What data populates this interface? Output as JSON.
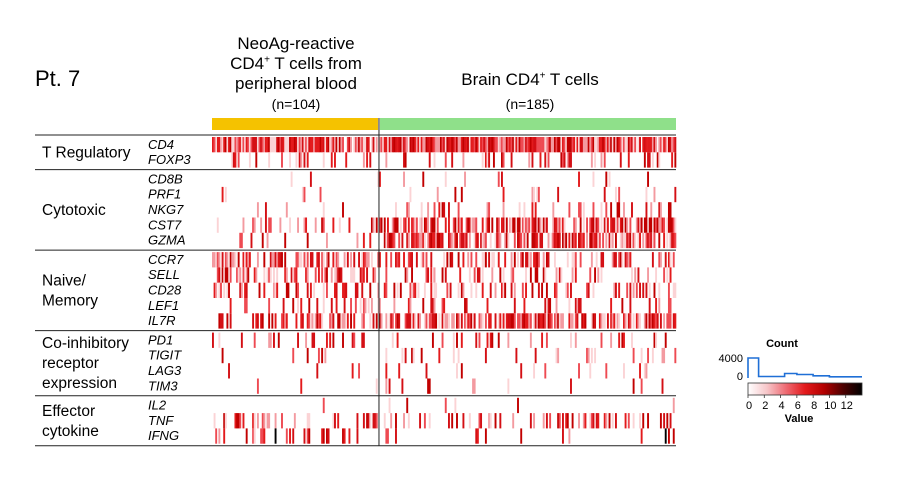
{
  "patient_label": "Pt. 7",
  "group_titles": {
    "neoag_line1": "NeoAg-reactive",
    "neoag_line2_base": "CD4",
    "neoag_line2_sup": "+",
    "neoag_line2_rest": " T cells from",
    "neoag_line3": "peripheral blood",
    "neoag_count": "(n=104)",
    "brain_base": "Brain CD4",
    "brain_sup": "+",
    "brain_rest": " T cells",
    "brain_count": "(n=185)"
  },
  "chart_data": {
    "type": "heatmap",
    "title": "",
    "groups": [
      {
        "name": "NeoAg-reactive CD4+ T cells from peripheral blood",
        "n": 104,
        "color": "#f5c200"
      },
      {
        "name": "Brain CD4+ T cells",
        "n": 185,
        "color": "#8fe08a"
      }
    ],
    "categories": [
      {
        "label": "T Regulatory",
        "genes": [
          "CD4",
          "FOXP3"
        ]
      },
      {
        "label": "Cytotoxic",
        "genes": [
          "CD8B",
          "PRF1",
          "NKG7",
          "CST7",
          "GZMA"
        ]
      },
      {
        "label": "Naive/ Memory",
        "label_lines": [
          "Naive/",
          "Memory"
        ],
        "genes": [
          "CCR7",
          "SELL",
          "CD28",
          "LEF1",
          "IL7R"
        ]
      },
      {
        "label": "Co-inhibitory receptor expression",
        "label_lines": [
          "Co-inhibitory",
          "receptor",
          "expression"
        ],
        "genes": [
          "PD1",
          "TIGIT",
          "LAG3",
          "TIM3"
        ]
      },
      {
        "label": "Effector cytokine",
        "label_lines": [
          "Effector",
          "cytokine"
        ],
        "genes": [
          "IL2",
          "TNF",
          "IFNG"
        ]
      }
    ],
    "expressed_fraction": {
      "CD4": [
        0.97,
        0.97
      ],
      "FOXP3": [
        0.12,
        0.18
      ],
      "CD8B": [
        0.02,
        0.06
      ],
      "PRF1": [
        0.05,
        0.1
      ],
      "NKG7": [
        0.1,
        0.2
      ],
      "CST7": [
        0.15,
        0.65
      ],
      "GZMA": [
        0.12,
        0.7
      ],
      "CCR7": [
        0.6,
        0.35
      ],
      "SELL": [
        0.5,
        0.25
      ],
      "CD28": [
        0.3,
        0.3
      ],
      "LEF1": [
        0.2,
        0.2
      ],
      "IL7R": [
        0.45,
        0.7
      ],
      "PD1": [
        0.12,
        0.2
      ],
      "TIGIT": [
        0.08,
        0.15
      ],
      "LAG3": [
        0.05,
        0.08
      ],
      "TIM3": [
        0.05,
        0.08
      ],
      "IL2": [
        0.02,
        0.03
      ],
      "TNF": [
        0.4,
        0.3
      ],
      "IFNG": [
        0.15,
        0.12
      ]
    },
    "color_scale": {
      "label": "Value",
      "ticks": [
        "0",
        "2",
        "4",
        "6",
        "8",
        "10",
        "12"
      ],
      "range": [
        0,
        14
      ],
      "colors": [
        "#ffffff",
        "#f7c6c9",
        "#ee6b73",
        "#e31a1c",
        "#b30000",
        "#4d0000",
        "#000000"
      ]
    },
    "histogram": {
      "label": "Count",
      "ticks": [
        "4000",
        "0"
      ],
      "color": "#1f6fd6"
    }
  }
}
